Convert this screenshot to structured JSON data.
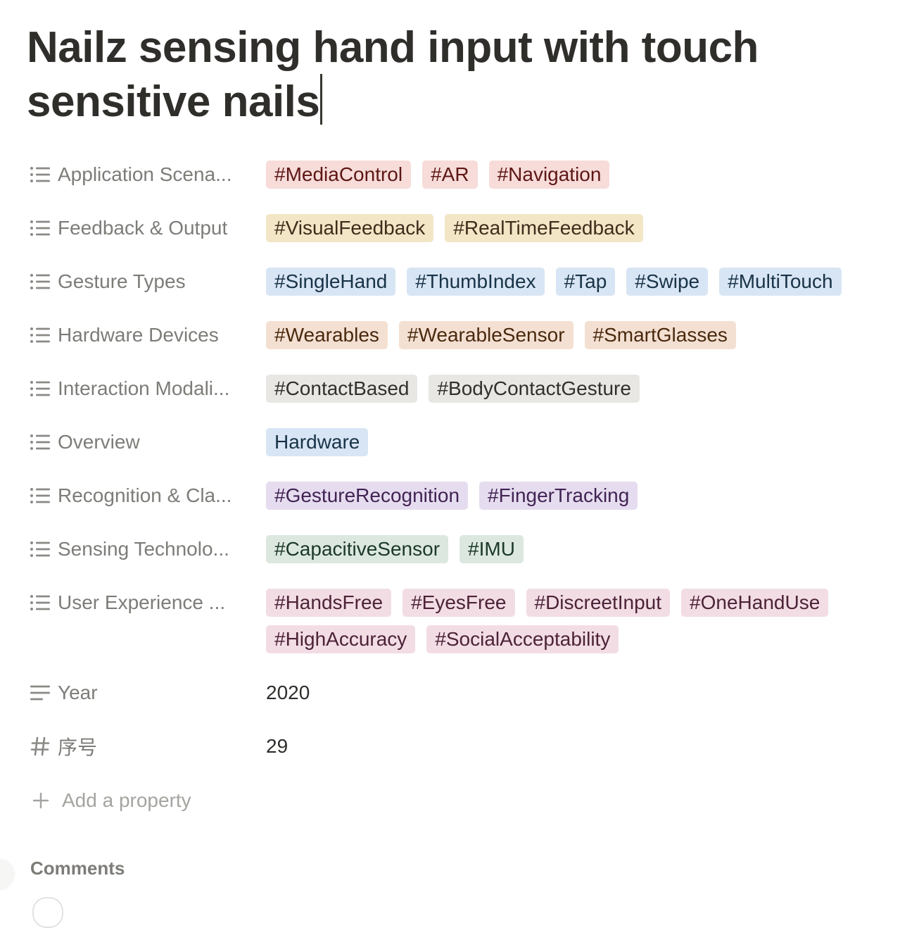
{
  "page": {
    "title": "Nailz sensing hand input with touch sensitive nails"
  },
  "properties": [
    {
      "name": "Application Scena...",
      "icon": "list-icon",
      "tags": [
        {
          "label": "#MediaControl",
          "color": "red"
        },
        {
          "label": "#AR",
          "color": "red"
        },
        {
          "label": "#Navigation",
          "color": "red"
        }
      ]
    },
    {
      "name": "Feedback & Output",
      "icon": "list-icon",
      "tags": [
        {
          "label": "#VisualFeedback",
          "color": "yellow"
        },
        {
          "label": "#RealTimeFeedback",
          "color": "yellow"
        }
      ]
    },
    {
      "name": "Gesture Types",
      "icon": "list-icon",
      "tags": [
        {
          "label": "#SingleHand",
          "color": "blue"
        },
        {
          "label": "#ThumbIndex",
          "color": "blue"
        },
        {
          "label": "#Tap",
          "color": "blue"
        },
        {
          "label": "#Swipe",
          "color": "blue"
        },
        {
          "label": "#MultiTouch",
          "color": "blue"
        }
      ]
    },
    {
      "name": "Hardware Devices",
      "icon": "list-icon",
      "tags": [
        {
          "label": "#Wearables",
          "color": "orange"
        },
        {
          "label": "#WearableSensor",
          "color": "orange"
        },
        {
          "label": "#SmartGlasses",
          "color": "orange"
        }
      ]
    },
    {
      "name": "Interaction Modali...",
      "icon": "list-icon",
      "tags": [
        {
          "label": "#ContactBased",
          "color": "gray"
        },
        {
          "label": "#BodyContactGesture",
          "color": "gray"
        }
      ]
    },
    {
      "name": "Overview",
      "icon": "list-icon",
      "tags": [
        {
          "label": "Hardware",
          "color": "blue"
        }
      ]
    },
    {
      "name": "Recognition & Cla...",
      "icon": "list-icon",
      "tags": [
        {
          "label": "#GestureRecognition",
          "color": "purple"
        },
        {
          "label": "#FingerTracking",
          "color": "purple"
        }
      ]
    },
    {
      "name": "Sensing Technolo...",
      "icon": "list-icon",
      "tags": [
        {
          "label": "#CapacitiveSensor",
          "color": "green"
        },
        {
          "label": "#IMU",
          "color": "green"
        }
      ]
    },
    {
      "name": "User Experience ...",
      "icon": "list-icon",
      "tags": [
        {
          "label": "#HandsFree",
          "color": "pink"
        },
        {
          "label": "#EyesFree",
          "color": "pink"
        },
        {
          "label": "#DiscreetInput",
          "color": "pink"
        },
        {
          "label": "#OneHandUse",
          "color": "pink"
        },
        {
          "label": "#HighAccuracy",
          "color": "pink"
        },
        {
          "label": "#SocialAcceptability",
          "color": "pink"
        }
      ]
    },
    {
      "name": "Year",
      "icon": "text-icon",
      "value": "2020"
    },
    {
      "name": "序号",
      "icon": "number-icon",
      "value": "29"
    }
  ],
  "add_property_label": "Add a property",
  "comments_label": "Comments",
  "tag_colors": {
    "red": "#f7dcd9",
    "yellow": "#f2e6c6",
    "blue": "#d8e5f4",
    "orange": "#f4e0d2",
    "gray": "#e8e7e4",
    "purple": "#e6dcef",
    "green": "#dce8df",
    "pink": "#f3dde5"
  }
}
